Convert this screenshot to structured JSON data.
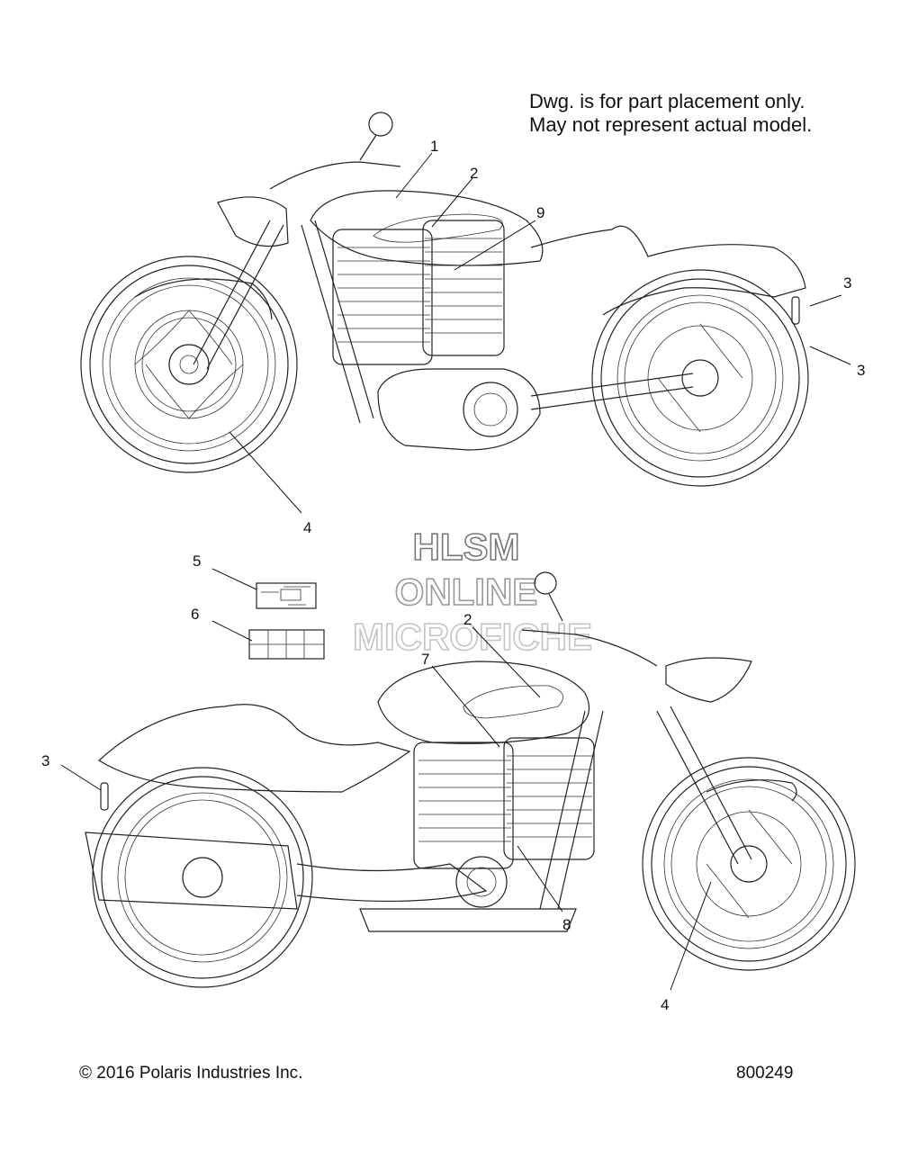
{
  "note": {
    "line1": "Dwg. is for part placement only.",
    "line2": "May not represent actual model."
  },
  "watermark": {
    "line1": "HLSM",
    "line2": "ONLINE",
    "line3": "MICROFICHE"
  },
  "callouts": {
    "c1": "1",
    "c2a": "2",
    "c9": "9",
    "c3a": "3",
    "c3b": "3",
    "c4a": "4",
    "c5": "5",
    "c6": "6",
    "c2b": "2",
    "c7": "7",
    "c3c": "3",
    "c8": "8",
    "c4b": "4"
  },
  "footer": {
    "copyright": "© 2016 Polaris Industries Inc.",
    "drawing_number": "800249"
  }
}
